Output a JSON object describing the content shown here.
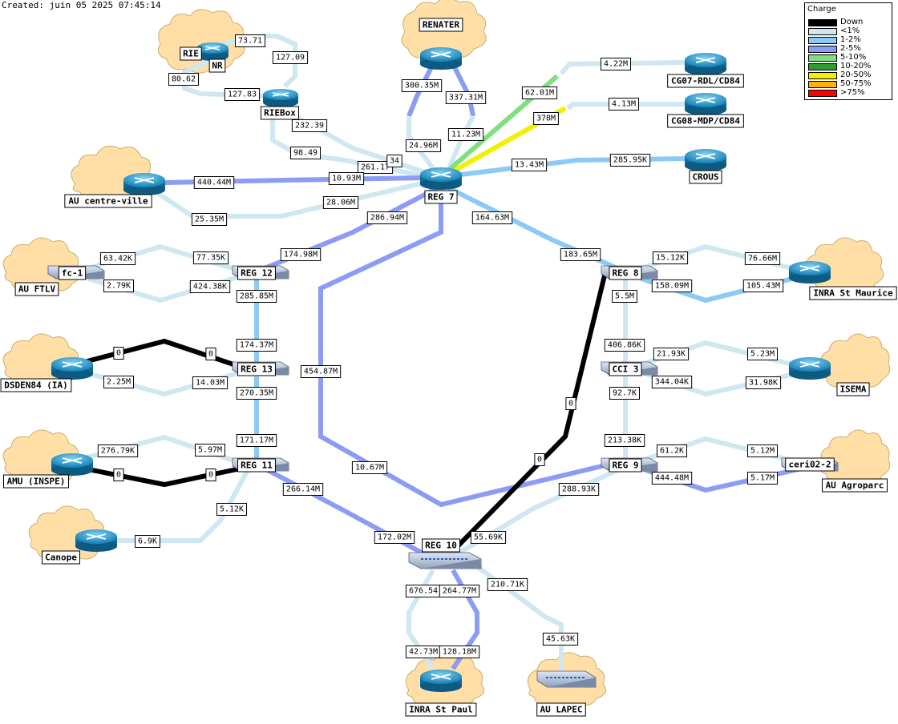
{
  "header": {
    "created": "Created: juin 05 2025 07:45:14"
  },
  "legend": {
    "title": "Charge",
    "items": [
      {
        "label": "Down",
        "color": "#000000"
      },
      {
        "label": "<1%",
        "color": "#cfe7f0"
      },
      {
        "label": "1-2%",
        "color": "#8ccaf5"
      },
      {
        "label": "2-5%",
        "color": "#8c9cf5"
      },
      {
        "label": "5-10%",
        "color": "#7ee07e"
      },
      {
        "label": "10-20%",
        "color": "#2f9c2f"
      },
      {
        "label": "20-50%",
        "color": "#f0f000"
      },
      {
        "label": "50-75%",
        "color": "#ffb400"
      },
      {
        "label": ">75%",
        "color": "#ff0000"
      }
    ]
  },
  "nodes": {
    "renater": "RENATER",
    "rie": "RIE",
    "nr": "NR",
    "riebox": "RIEBox",
    "reg7": "REG 7",
    "cg07": "CG07-RDL/CD84",
    "cg08": "CG08-MDP/CD84",
    "crous": "CROUS",
    "au_centre": "AU centre-ville",
    "fc1": "fc-1",
    "au_ftlv": "AU FTLV",
    "reg12": "REG 12",
    "reg8": "REG 8",
    "inra_st_maurice": "INRA St Maurice",
    "dsden": "DSDEN84 (IA)",
    "reg13": "REG 13",
    "cci3": "CCI 3",
    "isema": "ISEMA",
    "amu": "AMU (INSPE)",
    "reg11": "REG 11",
    "reg9": "REG 9",
    "ceri": "ceri02-2",
    "au_agroparc": "AU Agroparc",
    "canope": "Canope",
    "reg10": "REG 10",
    "inra_st_paul": "INRA St Paul",
    "au_lapec": "AU LAPEC"
  },
  "links": {
    "nr_riebox_a": "73.71",
    "nr_riebox_b": "127.09",
    "nr_riebox_c": "80.62",
    "nr_riebox_d": "127.83",
    "renater_out": "300.35M",
    "renater_in": "337.31M",
    "reg7_renater_a": "24.96M",
    "reg7_renater_b": "11.23M",
    "cg07_in": "4.22M",
    "cg07_out": "62.01M",
    "cg08_in": "4.13M",
    "cg08_out": "378M",
    "crous_out": "13.43M",
    "crous_in": "285.95K",
    "riebox_a": "232.39",
    "riebox_b": "98.49",
    "riebox_c": "261.17",
    "riebox_d": "34",
    "aucv_a": "440.44M",
    "aucv_b": "10.93M",
    "aucv_c": "28.06M",
    "aucv_d": "25.35M",
    "reg7_reg12_a": "286.94M",
    "reg7_reg12_b": "174.98M",
    "reg7_reg8_a": "164.63M",
    "reg7_reg8_b": "183.65M",
    "ftlv_a": "63.42K",
    "ftlv_b": "77.35K",
    "ftlv_c": "2.79K",
    "ftlv_d": "424.38K",
    "stm_a": "15.12K",
    "stm_b": "76.66M",
    "stm_c": "158.09M",
    "stm_d": "105.43M",
    "reg12_reg13_a": "285.85M",
    "reg12_reg13_b": "174.37M",
    "reg8_cci3_a": "5.5M",
    "reg8_cci3_b": "406.86K",
    "dsden_a": "0",
    "dsden_b": "0",
    "dsden_c": "2.25M",
    "dsden_d": "14.03M",
    "isema_a": "21.93K",
    "isema_b": "5.23M",
    "isema_c": "344.04K",
    "isema_d": "31.98K",
    "reg7_reg9_a": "454.87M",
    "reg7_reg9_b": "10.67M",
    "reg8_reg10_a": "0",
    "reg8_reg10_b": "0",
    "reg13_reg11_a": "270.35M",
    "reg13_reg11_b": "171.17M",
    "cci3_reg9_a": "92.7K",
    "cci3_reg9_b": "213.38K",
    "amu_a": "276.79K",
    "amu_b": "5.97M",
    "amu_c": "0",
    "amu_d": "0",
    "agro_a": "61.2K",
    "agro_b": "5.12M",
    "agro_c": "444.48M",
    "agro_d": "5.17M",
    "reg11_reg10_a": "266.14M",
    "reg11_reg10_b": "172.02M",
    "reg9_reg10_a": "288.93K",
    "reg9_reg10_b": "55.69K",
    "canope_a": "6.9K",
    "canope_b": "5.12K",
    "stpaul_a": "676.54",
    "stpaul_b": "264.77M",
    "stpaul_c": "42.73M",
    "stpaul_d": "128.18M",
    "lapec_a": "210.71K",
    "lapec_b": "45.63K"
  }
}
